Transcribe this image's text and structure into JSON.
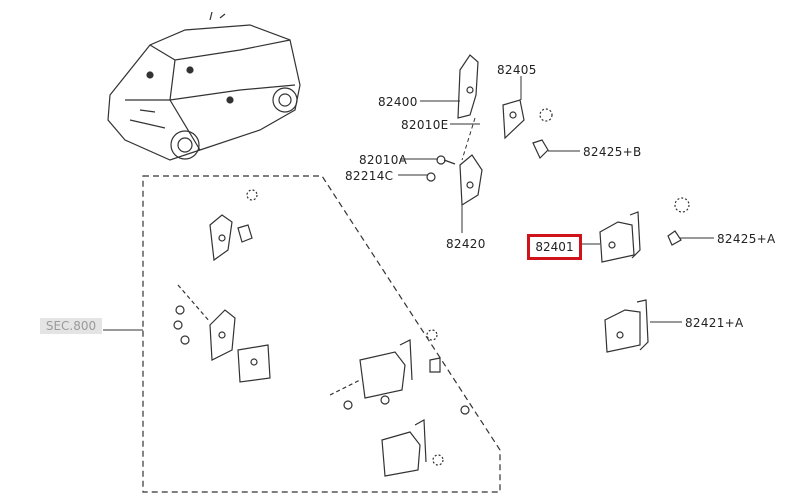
{
  "diagram": {
    "highlight_color": "#d0121b",
    "labels": {
      "p82405": "82405",
      "p82400": "82400",
      "p82010E": "82010E",
      "p82425B": "82425+B",
      "p82010A": "82010A",
      "p82214C": "82214C",
      "p82420": "82420",
      "p82401": "82401",
      "p82425A": "82425+A",
      "p82421A": "82421+A",
      "sec": "SEC.800"
    }
  }
}
